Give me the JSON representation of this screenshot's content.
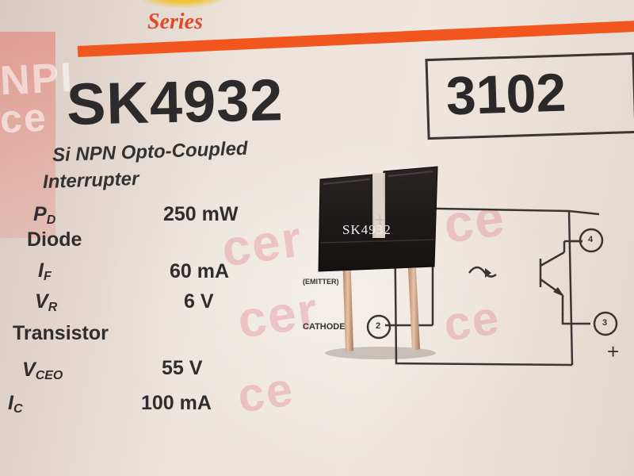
{
  "label": {
    "series": "Series",
    "part_number": "SK4932",
    "box_number": "3102",
    "description_line1": "Si NPN Opto-Coupled",
    "description_line2": "Interrupter",
    "specs": [
      {
        "symbol": "P",
        "sub": "D",
        "value": "250 mW"
      },
      {
        "heading": "Diode"
      },
      {
        "symbol": "I",
        "sub": "F",
        "value": "60 mA"
      },
      {
        "symbol": "V",
        "sub": "R",
        "value": "6 V"
      },
      {
        "heading": "Transistor"
      },
      {
        "symbol": "V",
        "sub": "CEO",
        "value": "55 V"
      },
      {
        "symbol": "I",
        "sub": "C",
        "value": "100 mA"
      }
    ],
    "schematic": {
      "emitter_label": "(EMITTER)",
      "cathode_label": "CATHODE",
      "pin2": "2",
      "pin3": "3",
      "pin4": "4",
      "plus_top": "+",
      "plus_bottom": "+"
    }
  },
  "device": {
    "marking": "SK4932"
  },
  "colors": {
    "orange": "#f0561e",
    "device_body": "#1c1818",
    "pins": "#c89a7a"
  }
}
